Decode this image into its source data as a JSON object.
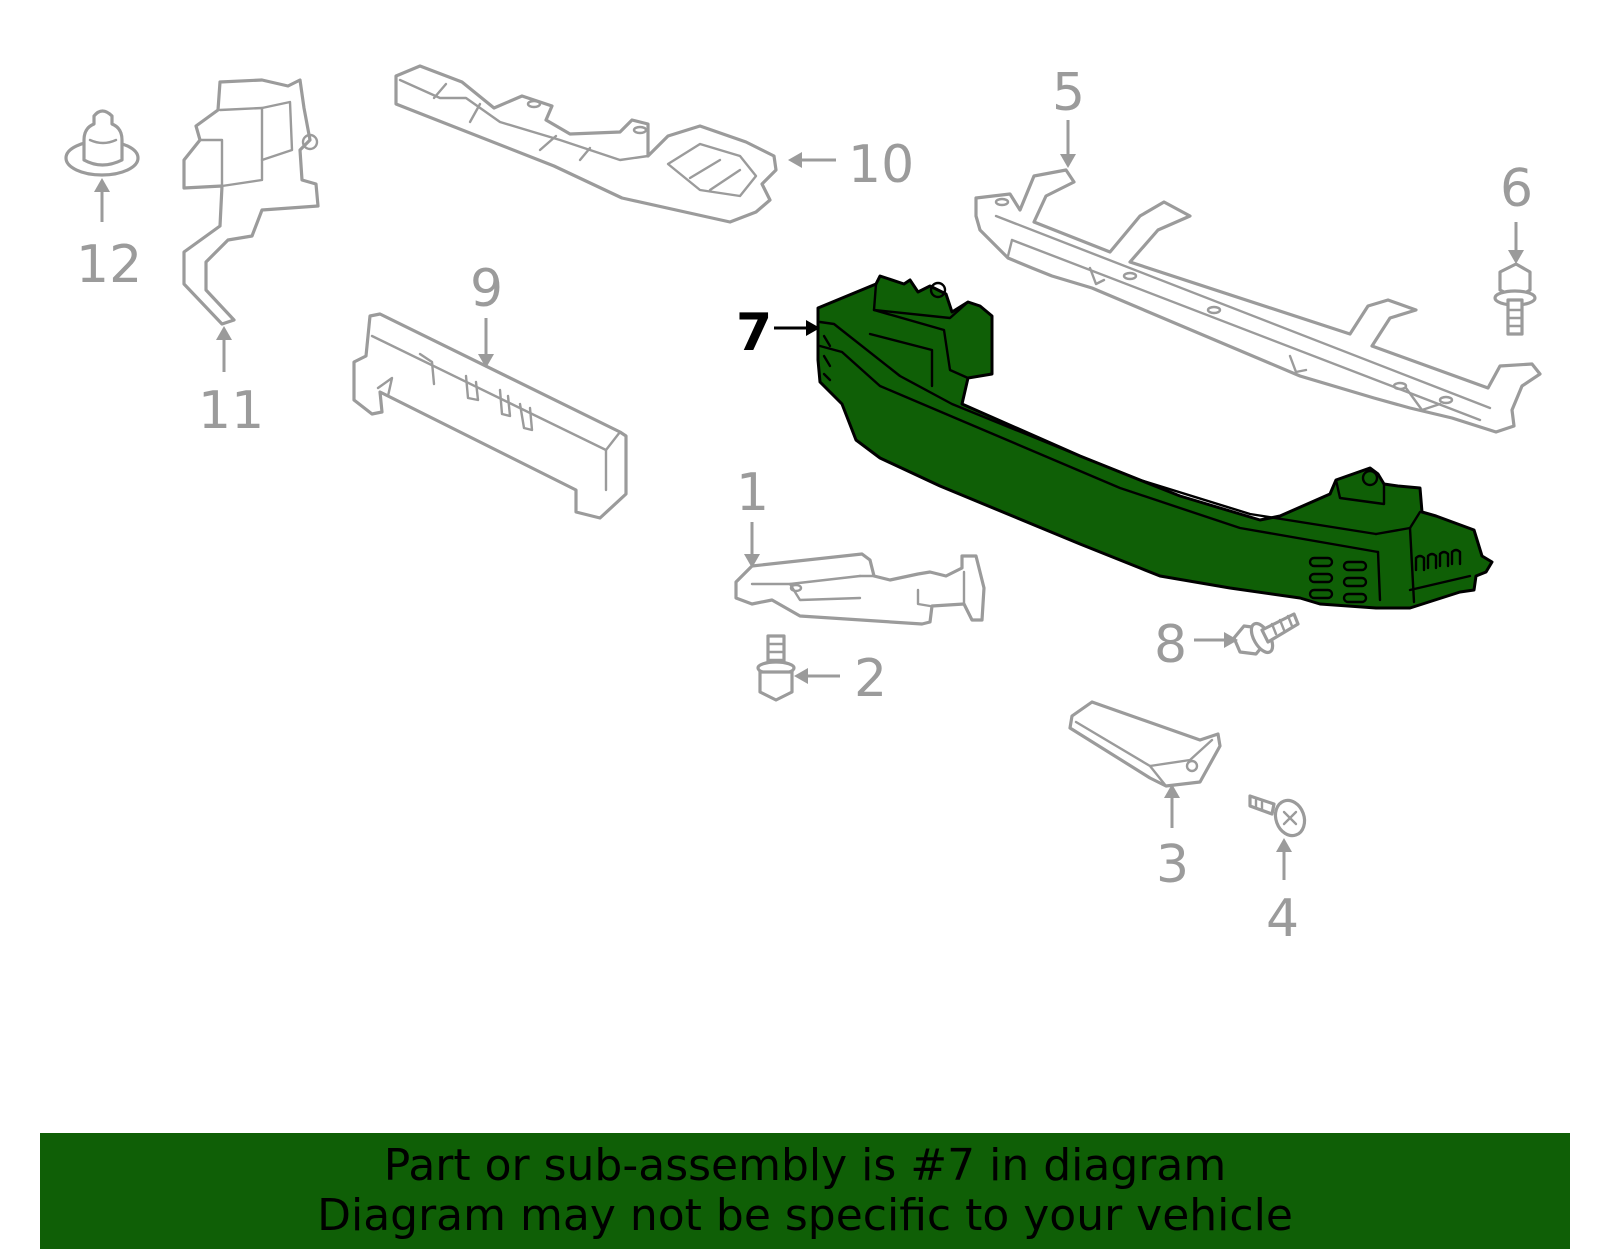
{
  "callouts": {
    "c1": "1",
    "c2": "2",
    "c3": "3",
    "c4": "4",
    "c5": "5",
    "c6": "6",
    "c7": "7",
    "c8": "8",
    "c9": "9",
    "c10": "10",
    "c11": "11",
    "c12": "12"
  },
  "highlight": {
    "part_number": "7",
    "color": "#0f5f06"
  },
  "banner": {
    "line1": "Part or sub-assembly is #7 in diagram",
    "line2": "Diagram may not be specific to your vehicle",
    "background": "#0f5f06"
  }
}
